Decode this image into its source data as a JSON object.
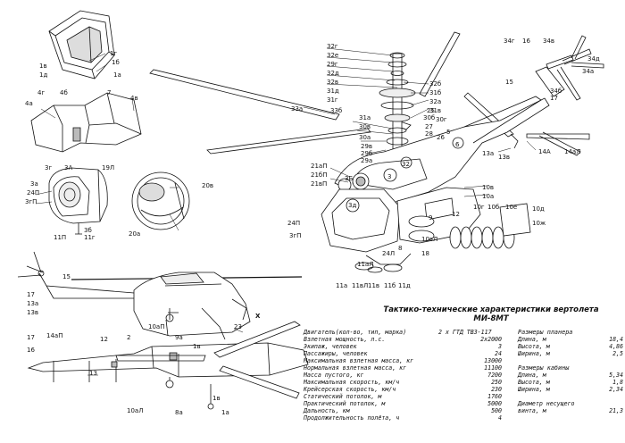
{
  "labels": {
    "detail_top": [
      "1г",
      "1б",
      "1в",
      "1д",
      "1а"
    ],
    "detail_upper": [
      "4г",
      "4б",
      "4а",
      "7",
      "4в"
    ],
    "detail_left": [
      "3г",
      "3А",
      "19Л",
      "3а",
      "24П",
      "3гП",
      "11П",
      "3б",
      "11г"
    ],
    "detail_round": [
      "20в",
      "20а"
    ],
    "main_rotor": [
      "32г",
      "32е",
      "29г",
      "32д",
      "32в",
      "31д",
      "31г",
      "33а",
      "32б",
      "31б",
      "32а",
      "31в",
      "31а",
      "30б",
      "30в",
      "30а",
      "27",
      "28",
      "29в",
      "29б",
      "29а",
      "25",
      "26",
      "30г",
      "33б"
    ],
    "main_body": [
      "21аП",
      "21бП",
      "21вП",
      "24П",
      "3гП",
      "32",
      "3",
      "3д",
      "6",
      "5",
      "13а",
      "13в",
      "14А",
      "14аЛ",
      "15",
      "17",
      "34г",
      "16",
      "34в",
      "34а",
      "34б",
      "34д",
      "3Б",
      "10в",
      "10а",
      "10г",
      "10д",
      "10б",
      "10ж",
      "10е",
      "12",
      "9",
      "10вЛ",
      "8",
      "24Л",
      "18",
      "11а",
      "11д",
      "11в",
      "11б",
      "11вЛ",
      "11аЛ"
    ],
    "side_view": [
      "17",
      "13а",
      "13в",
      "15",
      "10аП",
      "23",
      "X",
      "14аП",
      "12",
      "2",
      "9а",
      "1в",
      "17",
      "16",
      "13",
      "10аЛ",
      "8а",
      "1а",
      "1в"
    ]
  },
  "specs": {
    "title_line1": "Тактико-технические характеристики вертолета",
    "title_line2": "МИ-8МТ",
    "rows": [
      {
        "label": "Двигатель(кол-во, тип, марка)",
        "value": "2 х ГТД ТВЗ-117"
      },
      {
        "label": "Взлетная мощность, л.с.",
        "value": "2х2000"
      },
      {
        "label": "Экипаж, человек",
        "value": "3"
      },
      {
        "label": "Пассажиры, человек",
        "value": "24"
      },
      {
        "label": "Максимальная взлетная масса, кг",
        "value": "13000"
      },
      {
        "label": "Нормальная взлетная масса, кг",
        "value": "11100"
      },
      {
        "label": "Масса пустого, кг",
        "value": "7200"
      },
      {
        "label": "Максимальная скорость, км/ч",
        "value": "250"
      },
      {
        "label": "Крейсерская скорость, км/ч",
        "value": "230"
      },
      {
        "label": "Статический потолок, м",
        "value": "1760"
      },
      {
        "label": "Практический потолок, м",
        "value": "5000"
      },
      {
        "label": "Дальность, км",
        "value": "500"
      },
      {
        "label": "Продолжительность полёта, ч",
        "value": "4"
      }
    ],
    "planer_header": "Размеры планера",
    "planer": [
      {
        "label": "Длина, м",
        "value": "18,4"
      },
      {
        "label": "Высота, м",
        "value": "4,86"
      },
      {
        "label": "Ширина, м",
        "value": "2,5"
      }
    ],
    "cabin_header": "Размеры кабины",
    "cabin": [
      {
        "label": "Длина, м",
        "value": "5,34"
      },
      {
        "label": "Высота, м",
        "value": "1,8"
      },
      {
        "label": "Ширина, м",
        "value": "2,34"
      }
    ],
    "rotor_label_1": "Диаметр несущего",
    "rotor_label_2": "винта, м",
    "rotor_value": "21,3"
  }
}
